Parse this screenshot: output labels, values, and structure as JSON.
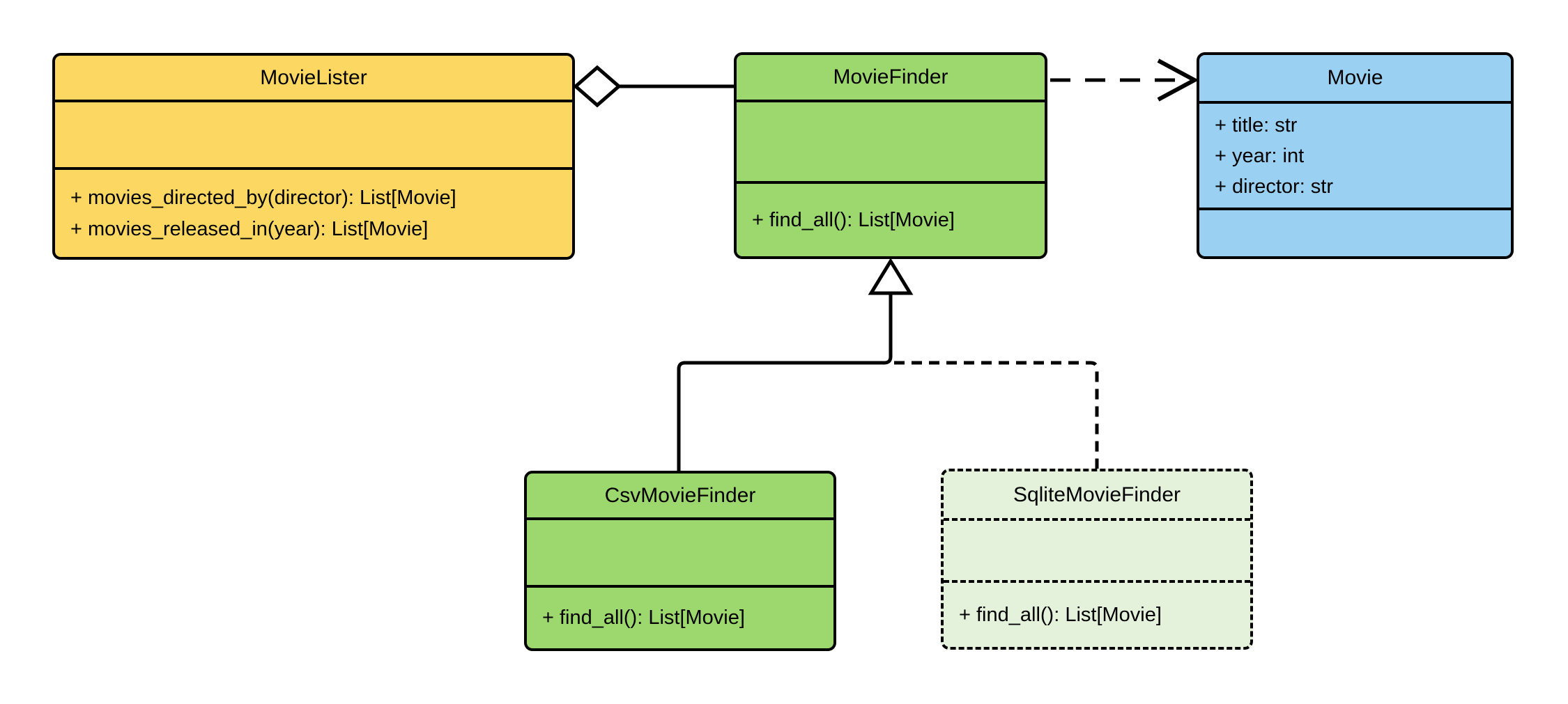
{
  "diagram": {
    "background_color": "#ffffff",
    "stroke_color": "#000000",
    "classes": [
      {
        "title": "MovieLister",
        "fill": "#FCD862",
        "border_style": "solid",
        "attributes": [],
        "methods": [
          "+ movies_directed_by(director): List[Movie]",
          "+ movies_released_in(year): List[Movie]"
        ]
      },
      {
        "title": "MovieFinder",
        "fill": "#9CD86E",
        "border_style": "solid",
        "attributes": [],
        "methods": [
          "+ find_all(): List[Movie]"
        ]
      },
      {
        "title": "Movie",
        "fill": "#9AD1F2",
        "border_style": "solid",
        "attributes": [
          "+ title: str",
          "+ year: int",
          "+ director: str"
        ],
        "methods": []
      },
      {
        "title": "CsvMovieFinder",
        "fill": "#9CD86E",
        "border_style": "solid",
        "attributes": [],
        "methods": [
          "+ find_all(): List[Movie]"
        ]
      },
      {
        "title": "SqliteMovieFinder",
        "fill": "#E4F2DC",
        "border_style": "dashed",
        "attributes": [],
        "methods": [
          "+ find_all(): List[Movie]"
        ]
      }
    ],
    "relationships": [
      {
        "type": "aggregation",
        "from": "MovieLister",
        "to": "MovieFinder",
        "line": "solid",
        "marker": "hollow-diamond-at-source"
      },
      {
        "type": "dependency",
        "from": "MovieFinder",
        "to": "Movie",
        "line": "dashed",
        "marker": "open-arrow-at-target"
      },
      {
        "type": "generalization",
        "from": "CsvMovieFinder",
        "to": "MovieFinder",
        "line": "solid",
        "marker": "hollow-triangle-at-target"
      },
      {
        "type": "generalization",
        "from": "SqliteMovieFinder",
        "to": "MovieFinder",
        "line": "dashed",
        "marker": "hollow-triangle-at-target"
      }
    ]
  }
}
